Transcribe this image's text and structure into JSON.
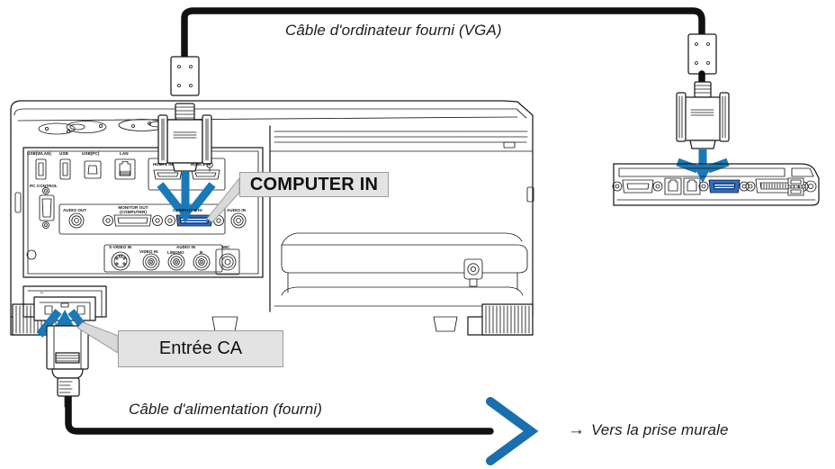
{
  "document": {
    "type": "connection-diagram",
    "language": "fr",
    "subject": "Projector VGA and power cable connection"
  },
  "captions": {
    "vga_cable": "Câble d'ordinateur fourni (VGA)",
    "power_cable": "Câble d'alimentation (fourni)",
    "wall_outlet": "Vers la prise murale",
    "wall_outlet_arrow": "→"
  },
  "callouts": {
    "computer_in": "COMPUTER IN",
    "ac_input": "Entrée CA"
  },
  "projector": {
    "name": "projector-body",
    "terminal_panel": {
      "row_top": [
        {
          "id": "usb-wlan",
          "label": "USB(WLAN)"
        },
        {
          "id": "usb",
          "label": "USB"
        },
        {
          "id": "usb-pc",
          "label": "USB(PC)"
        },
        {
          "id": "lan",
          "label": "LAN"
        },
        {
          "id": "hdmi1",
          "label": "HDMI 1 IN"
        },
        {
          "id": "hdmi2",
          "label": "HDMI 2 IN"
        }
      ],
      "row_mid": [
        {
          "id": "pc-control",
          "label": "PC CONTROL"
        },
        {
          "id": "audio-out",
          "label": "AUDIO OUT"
        },
        {
          "id": "monitor-out",
          "label": "MONITOR OUT (COMPUTER)"
        },
        {
          "id": "computer-in",
          "label": "COMPUTER IN"
        },
        {
          "id": "audio-in",
          "label": "AUDIO IN"
        }
      ],
      "row_bottom": [
        {
          "id": "s-video-in",
          "label": "S-VIDEO IN"
        },
        {
          "id": "video-in",
          "label": "VIDEO IN"
        },
        {
          "id": "audio-in-lr",
          "label": "AUDIO IN"
        },
        {
          "id": "audio-in-lmono",
          "label": "L/MONO"
        },
        {
          "id": "audio-in-r",
          "label": "R"
        },
        {
          "id": "mic",
          "label": "MIC"
        }
      ]
    },
    "ac_inlet": {
      "id": "ac-inlet",
      "symbol": "~"
    }
  },
  "computer": {
    "name": "laptop-rear-panel",
    "ports": [
      {
        "id": "serial-port"
      },
      {
        "id": "modem-jack"
      },
      {
        "id": "network-jack"
      },
      {
        "id": "vga-port"
      },
      {
        "id": "parallel-port"
      },
      {
        "id": "usb-port-upper"
      },
      {
        "id": "usb-port-lower"
      },
      {
        "id": "power-jack"
      }
    ]
  },
  "colors": {
    "arrow_blue": "#1a79b8",
    "vga_port_blue": "#2f6fc4",
    "line": "#1a1a1a",
    "callout_fill": "#e3e3e3",
    "callout_border": "#9b9b9b",
    "shade": "#d9d9d9"
  }
}
